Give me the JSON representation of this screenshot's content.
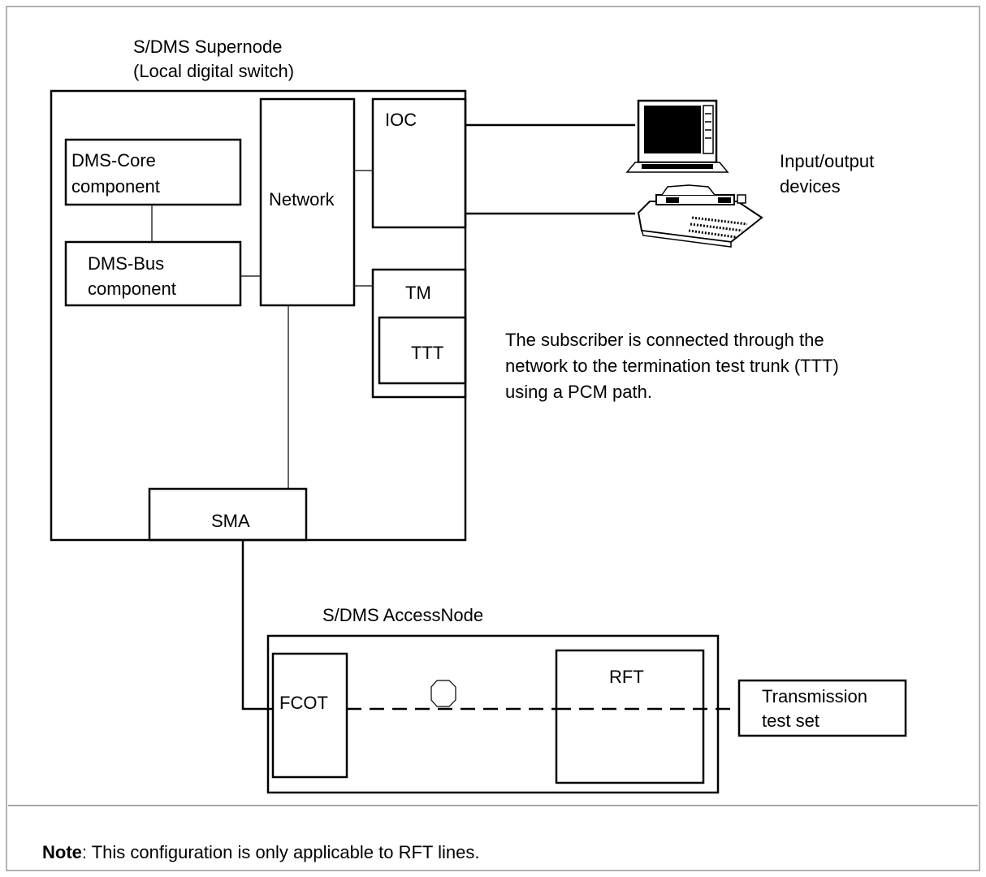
{
  "diagram": {
    "supernode_title_line1": "S/DMS Supernode",
    "supernode_title_line2": "(Local digital switch)",
    "core_line1": "DMS-Core",
    "core_line2": "component",
    "bus_line1": "DMS-Bus",
    "bus_line2": "component",
    "network": "Network",
    "ioc": "IOC",
    "tm": "TM",
    "ttt": "TTT",
    "sma": "SMA",
    "io_line1": "Input/output",
    "io_line2": "devices",
    "desc_line1": "The subscriber is connected through the",
    "desc_line2": "network to the termination test trunk (TTT)",
    "desc_line3": "using a PCM path.",
    "accessnode_title": "S/DMS AccessNode",
    "fcot": "FCOT",
    "rft": "RFT",
    "tts_line1": "Transmission",
    "tts_line2": "test set"
  },
  "note": {
    "label": "Note",
    "text": ":  This configuration is only applicable to RFT lines."
  },
  "icons": [
    "terminal-icon",
    "printer-icon",
    "connector-icon"
  ]
}
